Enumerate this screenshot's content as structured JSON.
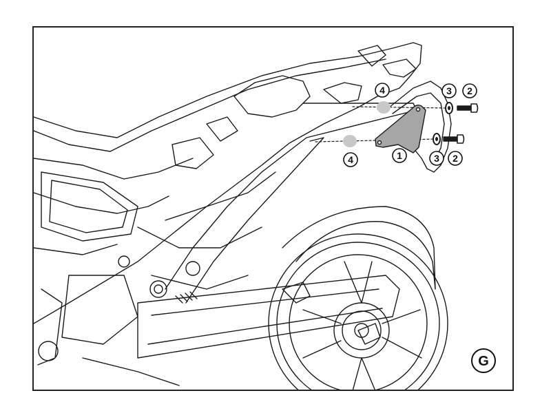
{
  "figure": {
    "panel_letter": "G",
    "callouts": {
      "bracket": "1",
      "screw_upper": "2",
      "washer_upper": "3",
      "spacer_upper": "4",
      "spacer_lower": "4",
      "washer_lower": "3",
      "screw_lower": "2"
    },
    "colors": {
      "line": "#1a1a1a",
      "bracket_fill": "#a6a6a6",
      "spacer_fill": "#c8c8c8",
      "frame": "#222222"
    }
  }
}
